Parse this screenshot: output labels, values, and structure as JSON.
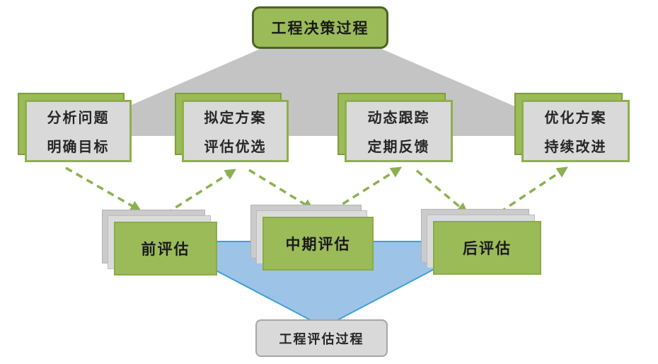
{
  "diagram": {
    "top_label": "工程决策过程",
    "bottom_label": "工程评估过程",
    "decision_steps": [
      {
        "line1": "分析问题",
        "line2": "明确目标"
      },
      {
        "line1": "拟定方案",
        "line2": "评估优选"
      },
      {
        "line1": "动态跟踪",
        "line2": "定期反馈"
      },
      {
        "line1": "优化方案",
        "line2": "持续改进"
      }
    ],
    "evaluation_steps": [
      {
        "label": "前评估"
      },
      {
        "label": "中期评估"
      },
      {
        "label": "后评估"
      }
    ]
  },
  "colors": {
    "green_fill": "#9BBB59",
    "green_border_light": "#8FAF4C",
    "green_border_dark": "#4F6228",
    "gray_box_fill": "#D9D9D9",
    "gray_box_border": "#A6A6A6",
    "gray_funnel_fill": "#C4C4C4",
    "blue_funnel_fill": "#9DC3E6",
    "blue_funnel_border": "#3FA0D9",
    "arrow_green": "#8CB04F",
    "text_dark": "#1a1a1a"
  }
}
